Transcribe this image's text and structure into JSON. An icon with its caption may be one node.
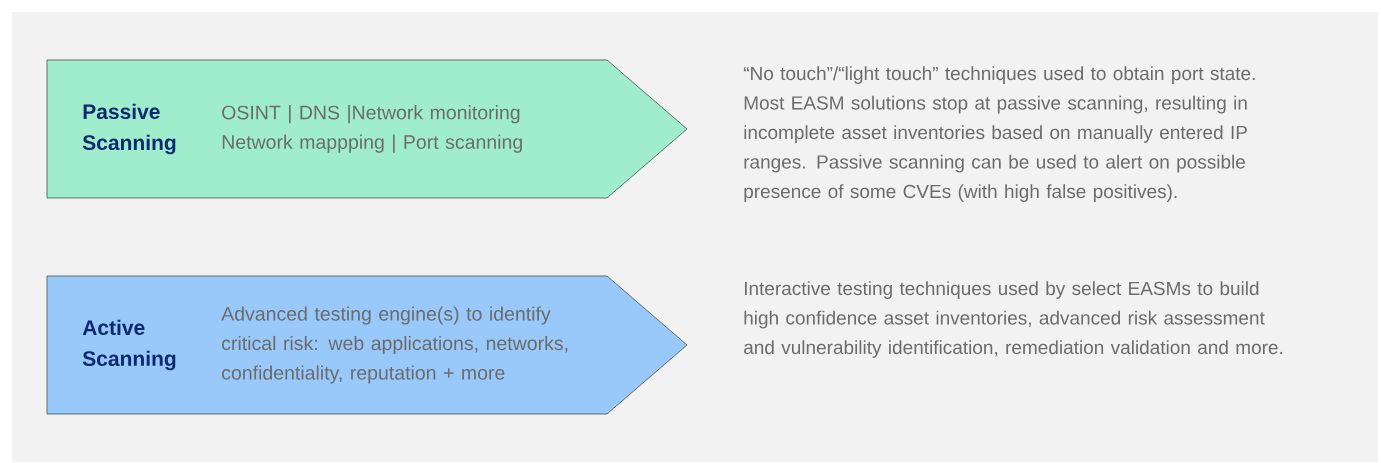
{
  "diagram": {
    "nodes": [
      {
        "text": [
          "Passive Scanning",
          "OSINT  |  DNS   |Network monitoring",
          "Network mappping  |  Port scanning"
        ]
      },
      {
        "text": [
          "Active Scanning",
          "Advanced testing engine(s) to identify critical risk: web applications, networks, confidentiality, reputation + more"
        ]
      }
    ],
    "labels": [
      "“No touch”/“light touch” techniques used to obtain port state. Most EASM solutions stop at passive scanning, resulting in incomplete asset inventories based on manually entered IP ranges. Passive scanning can be used to alert on possible presence of some CVEs (with high false positives).",
      "Interactive testing techniques used by select EASMs to build high confidence asset inventories, advanced risk assessment and vulnerability identification, remediation validation and more."
    ]
  }
}
